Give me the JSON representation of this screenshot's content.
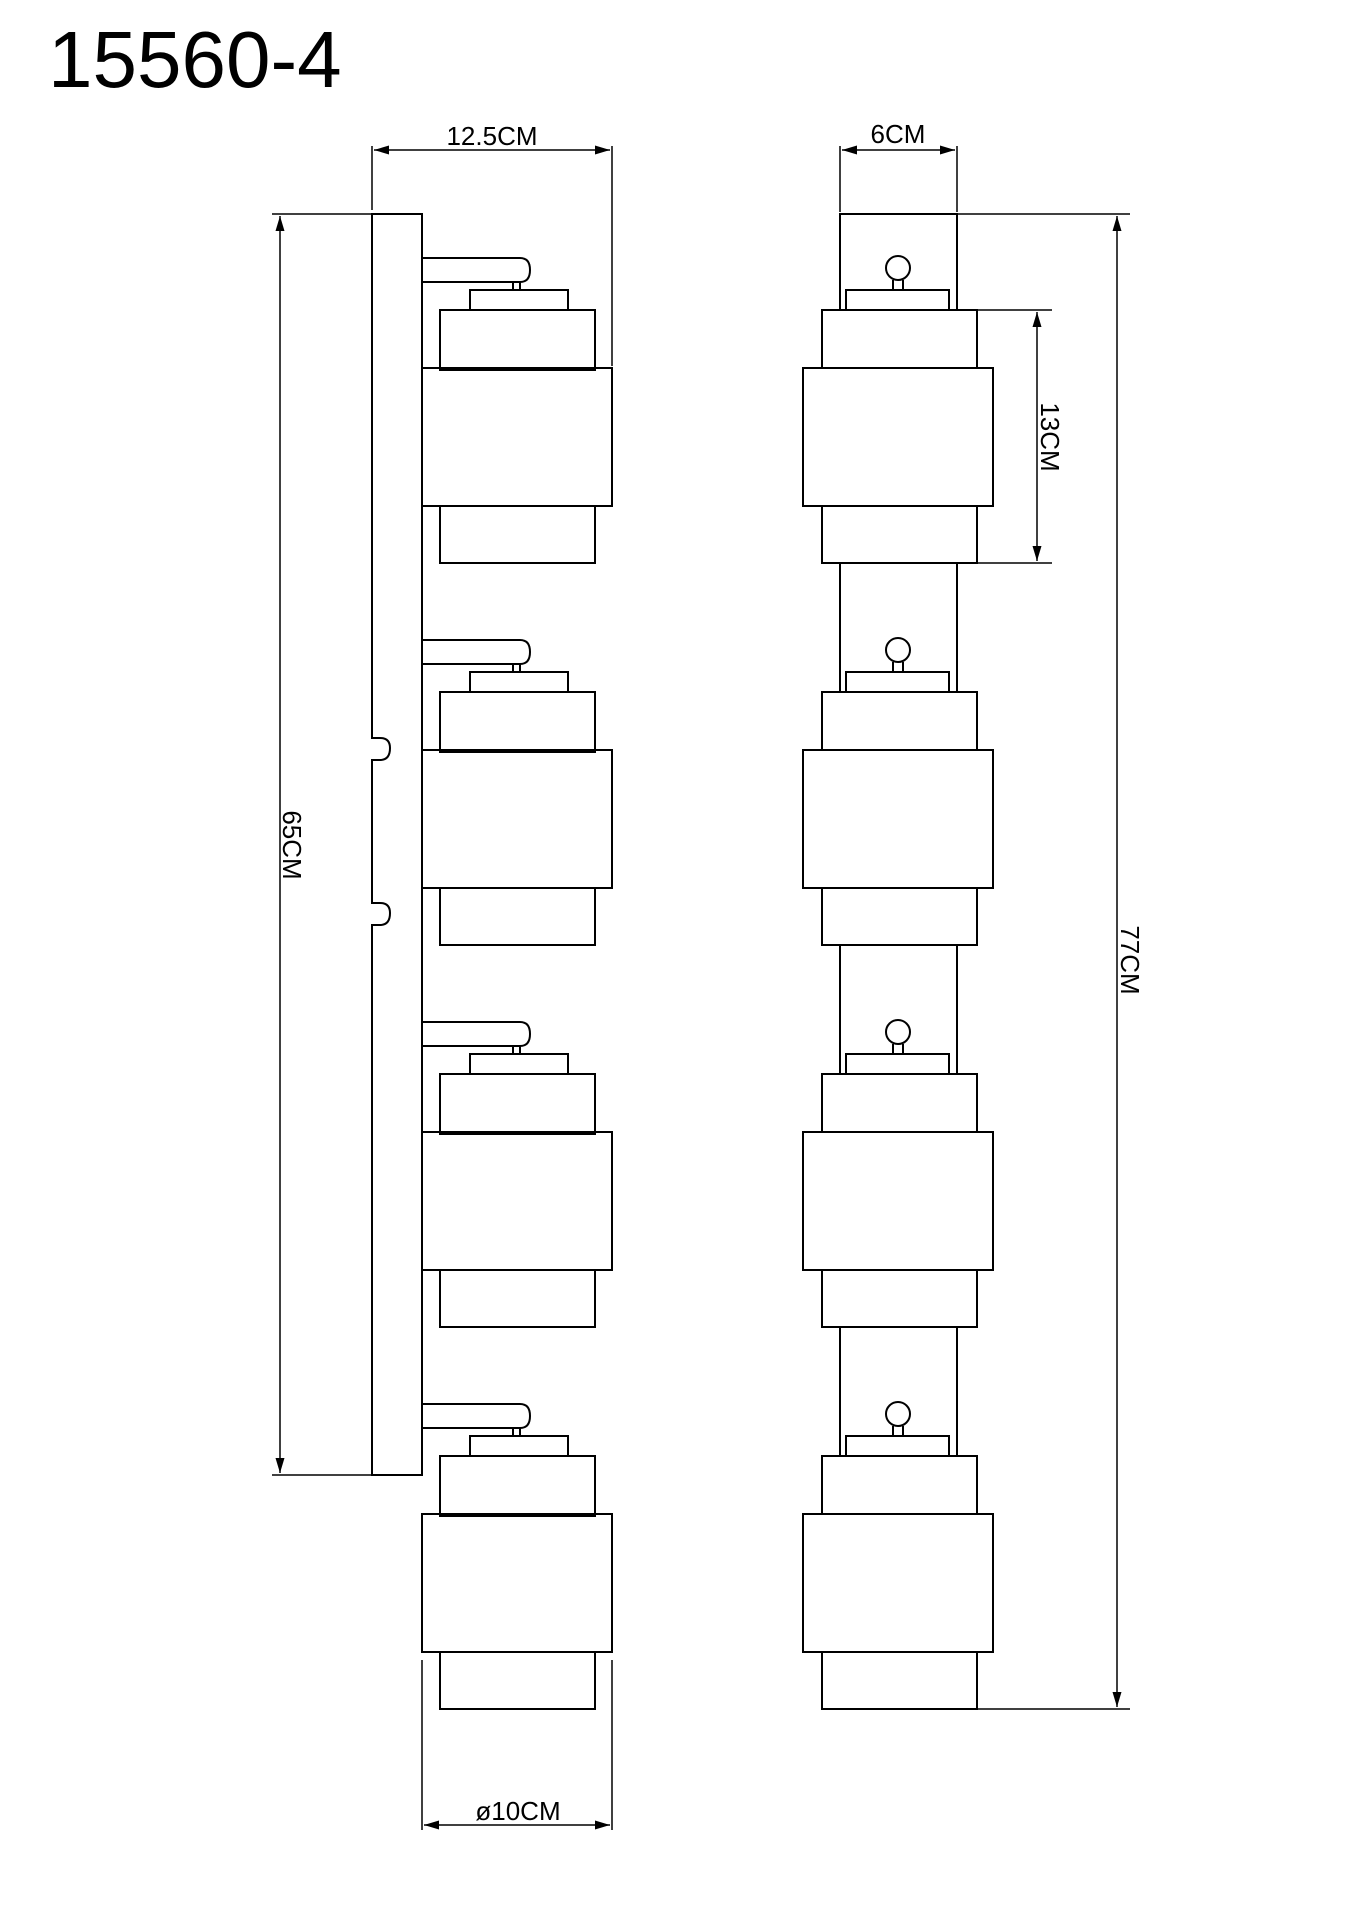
{
  "title": "15560-4",
  "dimensions": {
    "width_side": "12.5CM",
    "width_front": "6CM",
    "shade_height": "13CM",
    "base_length": "65CM",
    "total_length": "77CM",
    "shade_diameter": "ø10CM"
  },
  "colors": {
    "line": "#000000",
    "background": "#ffffff"
  }
}
